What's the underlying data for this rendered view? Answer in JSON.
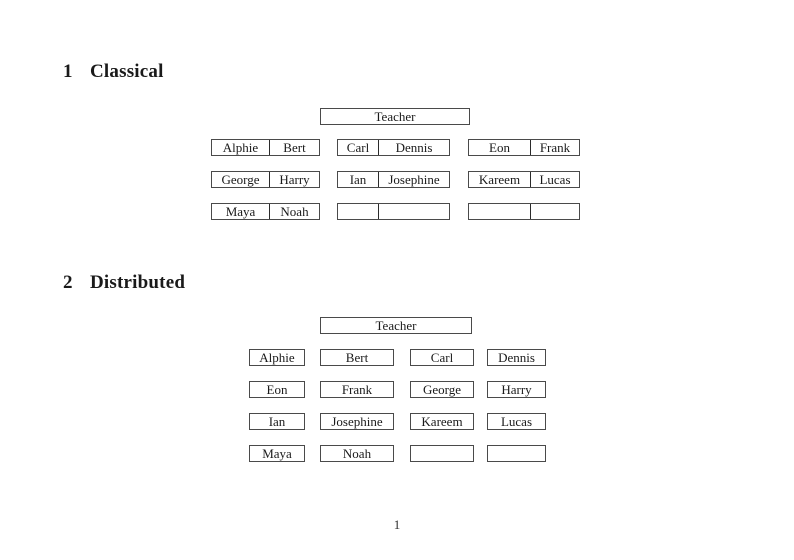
{
  "page": {
    "number": "1"
  },
  "sections": [
    {
      "number": "1",
      "title": "Classical",
      "teacher_label": "Teacher",
      "desks": [
        [
          {
            "left": "Alphie",
            "right": "Bert"
          },
          {
            "left": "Carl",
            "right": "Dennis"
          },
          {
            "left": "Eon",
            "right": "Frank"
          }
        ],
        [
          {
            "left": "George",
            "right": "Harry"
          },
          {
            "left": "Ian",
            "right": "Josephine"
          },
          {
            "left": "Kareem",
            "right": "Lucas"
          }
        ],
        [
          {
            "left": "Maya",
            "right": "Noah"
          },
          {
            "left": "",
            "right": ""
          },
          {
            "left": "",
            "right": ""
          }
        ]
      ]
    },
    {
      "number": "2",
      "title": "Distributed",
      "teacher_label": "Teacher",
      "seats": [
        [
          "Alphie",
          "Bert",
          "Carl",
          "Dennis"
        ],
        [
          "Eon",
          "Frank",
          "George",
          "Harry"
        ],
        [
          "Ian",
          "Josephine",
          "Kareem",
          "Lucas"
        ],
        [
          "Maya",
          "Noah",
          "",
          ""
        ]
      ]
    }
  ]
}
